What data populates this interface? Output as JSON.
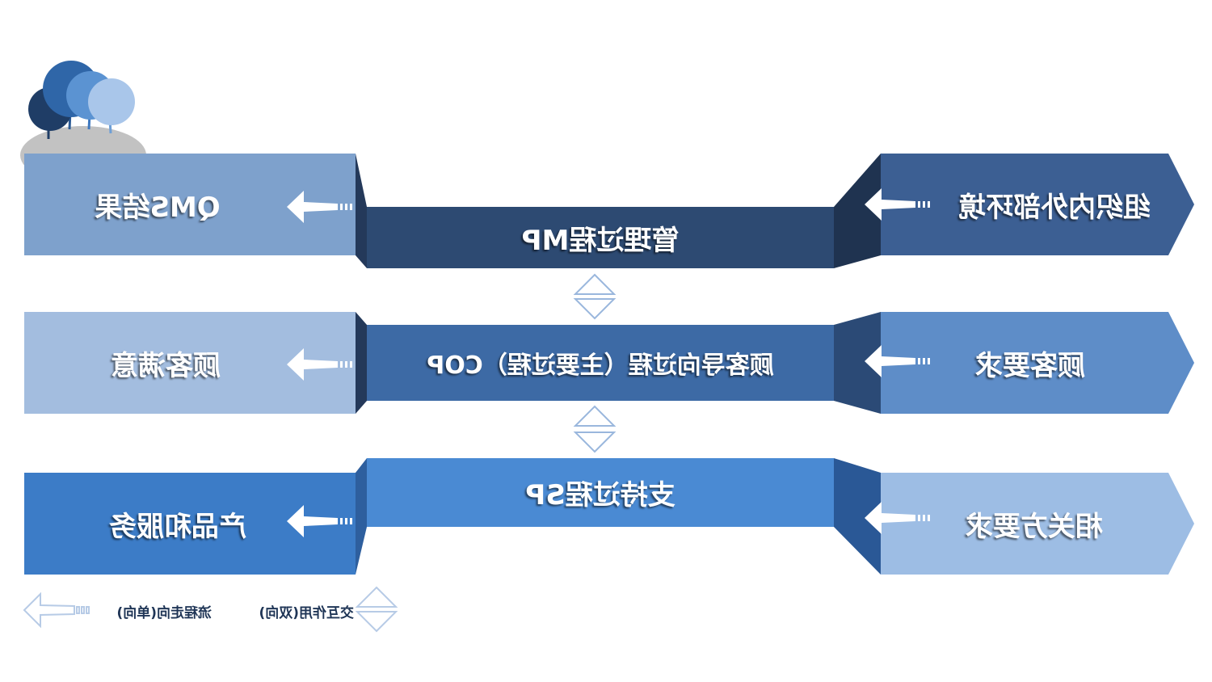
{
  "left_outputs": [
    {
      "label": "QMS结果",
      "color": "#7ea1cc"
    },
    {
      "label": "顾客满意",
      "color": "#a3bddf"
    },
    {
      "label": "产品和服务",
      "color": "#3c7cc7"
    }
  ],
  "center_processes": [
    {
      "label": "管理过程MP",
      "color": "#2d4a72"
    },
    {
      "label": "顾客导向过程（主要过程）COP",
      "color": "#3d6aa5"
    },
    {
      "label": "支持过程SP",
      "color": "#4a8ad3"
    }
  ],
  "right_inputs": [
    {
      "label": "组织内外部环境",
      "color": "#3c5f93"
    },
    {
      "label": "顾客要求",
      "color": "#5e8dc8"
    },
    {
      "label": "相关方要求",
      "color": "#9dbde4"
    }
  ],
  "legend": {
    "flow_label": "流程走向(单向)",
    "interaction_label": "交互作用(双向)"
  }
}
